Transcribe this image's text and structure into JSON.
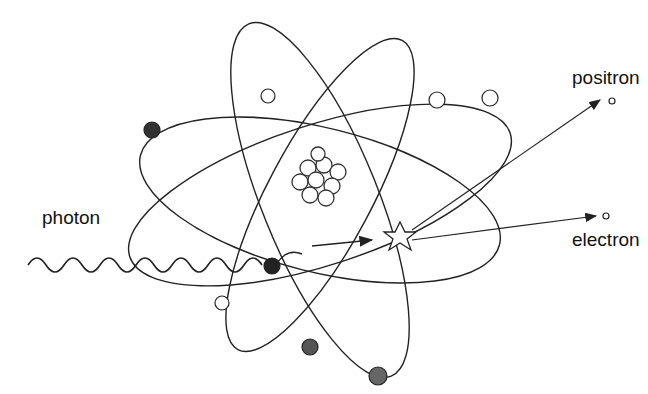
{
  "diagram": {
    "labels": [
      "photon",
      "positron",
      "electron"
    ]
  }
}
